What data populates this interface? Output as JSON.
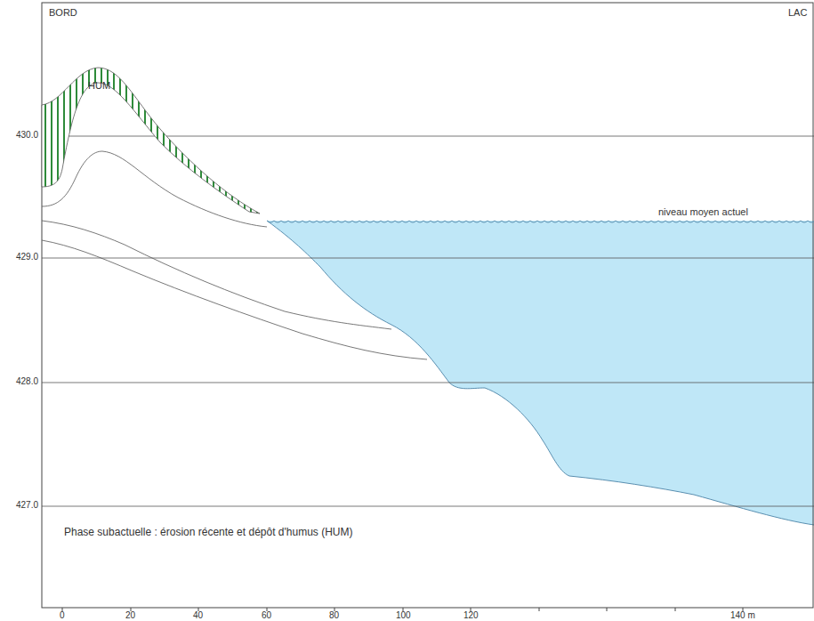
{
  "diagram": {
    "labels": [
      "BORD",
      "LAC",
      "HUM",
      "430.0",
      "429.0",
      "428.0",
      "427.0",
      "0",
      "20",
      "40",
      "60",
      "80",
      "100",
      "120",
      "140 m",
      "niveau moyen actuel",
      "Phase subactuelle : érosion récente et dépôt d'humus (HUM)"
    ]
  }
}
